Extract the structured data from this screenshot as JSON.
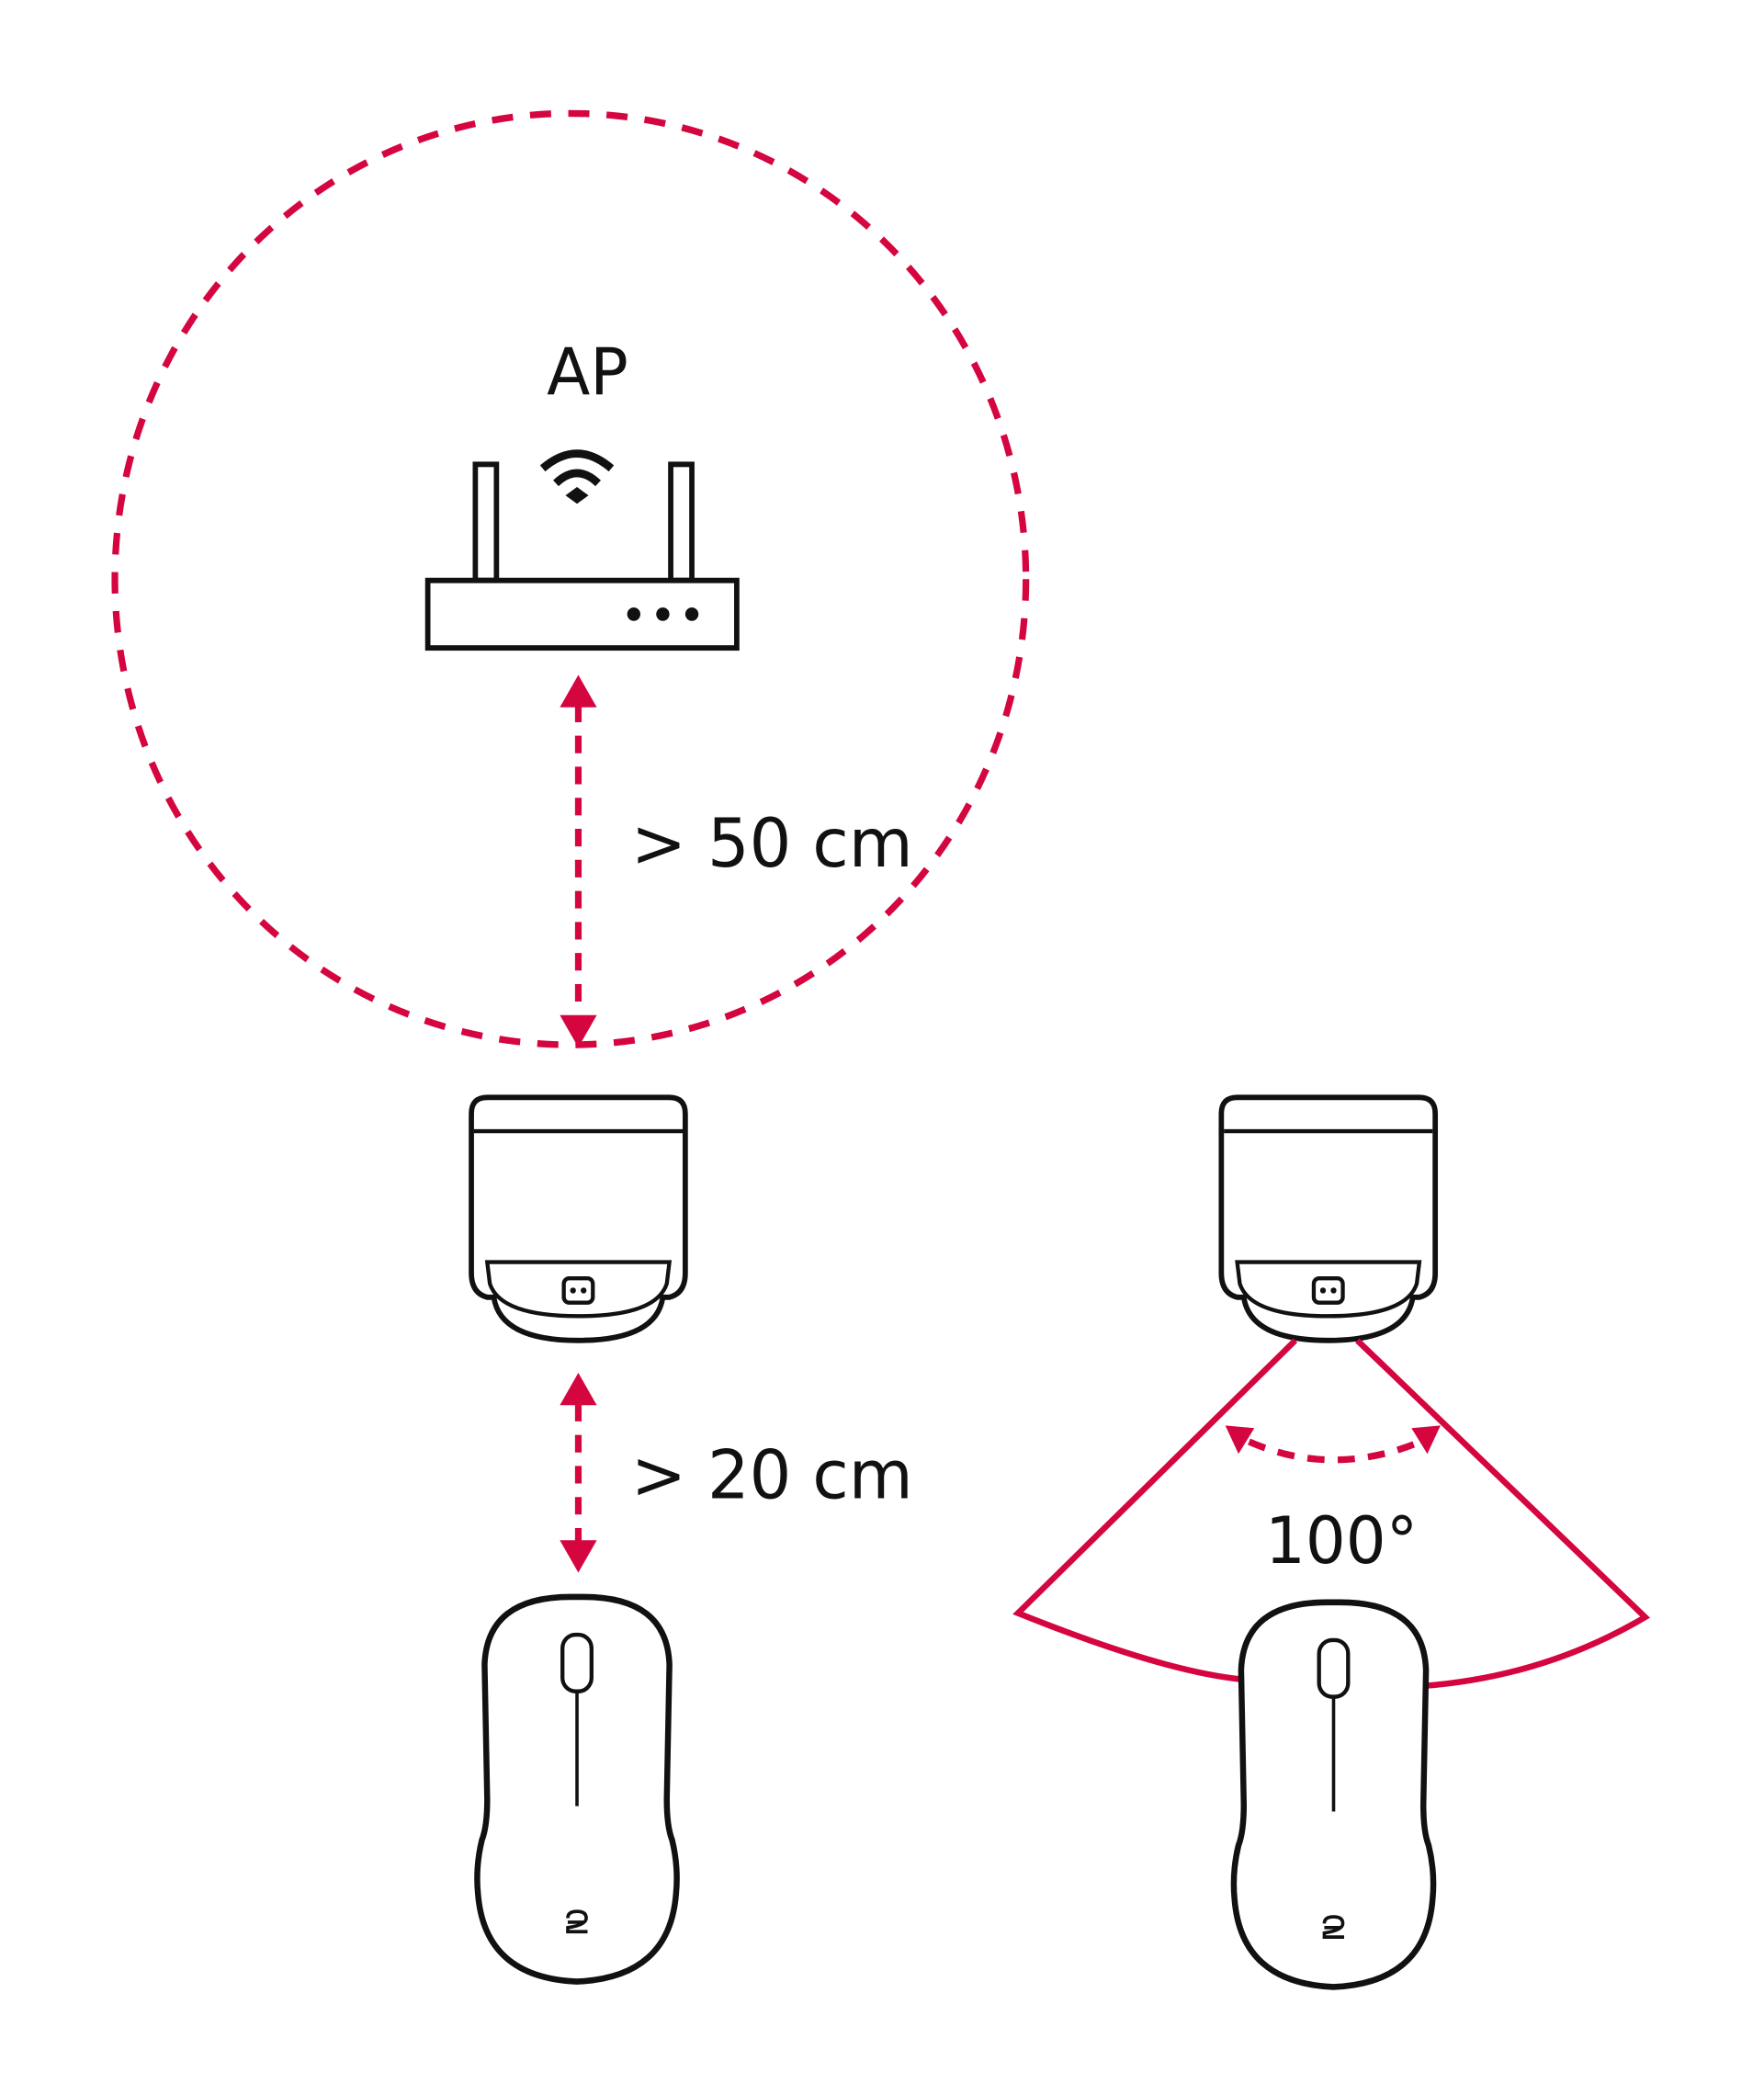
{
  "colors": {
    "accent": "#d5053f",
    "line": "#111111",
    "background": "#ffffff"
  },
  "labels": {
    "ap": "AP",
    "ap_distance": "> 50 cm",
    "mouse_distance": "> 20 cm",
    "angle": "100°"
  },
  "icons": [
    "router-icon",
    "wifi-icon",
    "receiver-icon",
    "mouse-icon",
    "range-circle",
    "angle-fan"
  ]
}
